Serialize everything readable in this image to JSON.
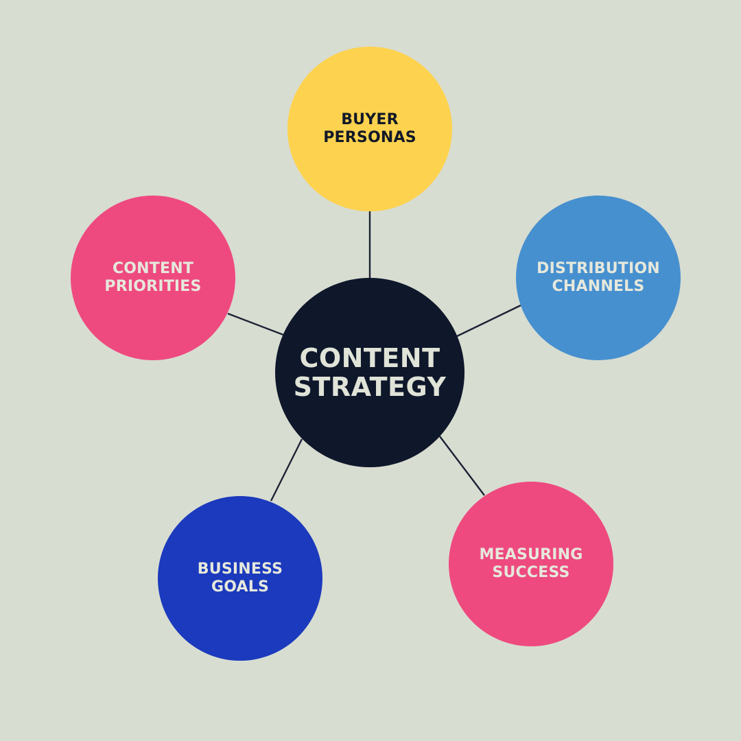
{
  "diagram": {
    "background": "#d8ddd1",
    "line_color": "#1b2235",
    "center": {
      "id": "content-strategy",
      "label": "CONTENT\nSTRATEGY",
      "fill": "#0f172b",
      "text_color": "#e0e4d8"
    },
    "nodes": [
      {
        "id": "buyer-personas",
        "label": "BUYER\nPERSONAS",
        "fill": "#fdd24e",
        "text_color": "#111827"
      },
      {
        "id": "content-priorities",
        "label": "CONTENT\nPRIORITIES",
        "fill": "#ee4a80",
        "text_color": "#e6e8dc"
      },
      {
        "id": "distribution-channels",
        "label": "DISTRIBUTION\nCHANNELS",
        "fill": "#4790cf",
        "text_color": "#e6e8dc"
      },
      {
        "id": "business-goals",
        "label": "BUSINESS\nGOALS",
        "fill": "#1b3abd",
        "text_color": "#e6e8dc"
      },
      {
        "id": "measuring-success",
        "label": "MEASURING\nSUCCESS",
        "fill": "#ee4a80",
        "text_color": "#e6e8dc"
      }
    ]
  }
}
